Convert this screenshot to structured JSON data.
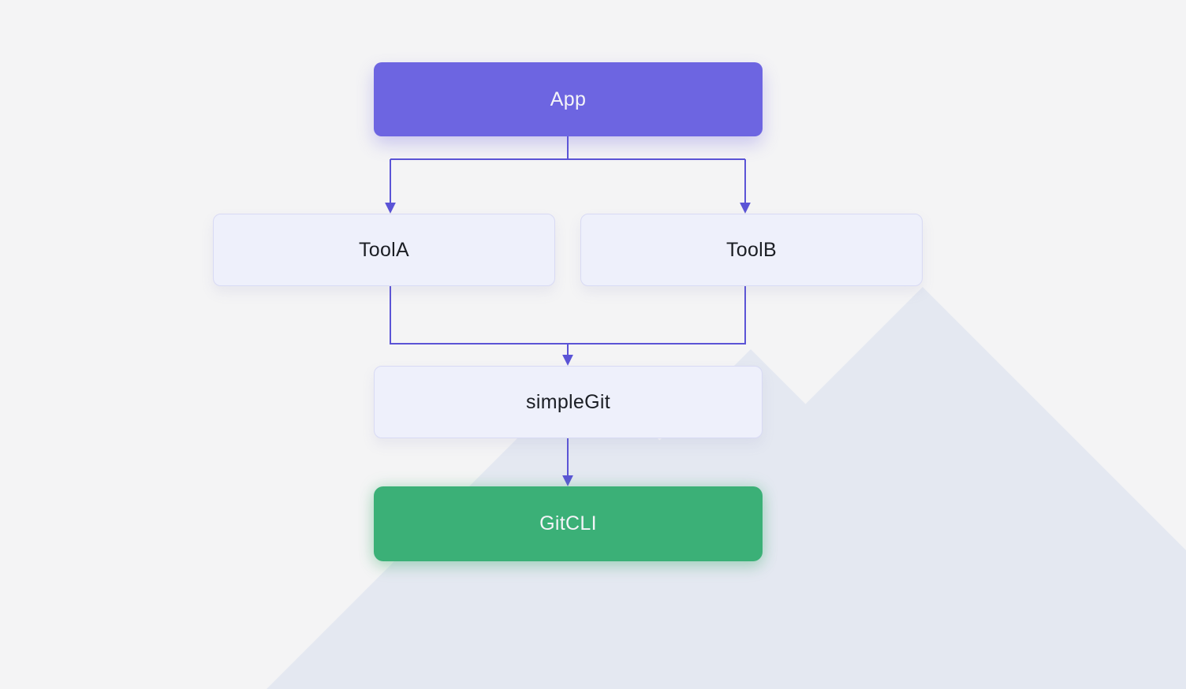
{
  "colors": {
    "background": "#f4f4f5",
    "mountain": "#e4e8f1",
    "appFill": "#6d65e1",
    "appShadow": "rgba(109,101,225,0.30)",
    "nodeFill": "#eef0fb",
    "nodeBorder": "#d8daf4",
    "nodeText": "#1b1e24",
    "gitFill": "#3bb077",
    "connector": "#5b54d6",
    "lightText": "#f4f4f8"
  },
  "diagram": {
    "nodes": [
      {
        "id": "App",
        "label": "App",
        "fill": "indigo"
      },
      {
        "id": "ToolA",
        "label": "ToolA",
        "fill": "lavender"
      },
      {
        "id": "ToolB",
        "label": "ToolB",
        "fill": "lavender"
      },
      {
        "id": "simpleGit",
        "label": "simpleGit",
        "fill": "lavender"
      },
      {
        "id": "GitCLI",
        "label": "GitCLI",
        "fill": "green"
      }
    ],
    "edges": [
      {
        "from": "App",
        "to": "ToolA"
      },
      {
        "from": "App",
        "to": "ToolB"
      },
      {
        "from": "ToolA",
        "to": "simpleGit"
      },
      {
        "from": "ToolB",
        "to": "simpleGit"
      },
      {
        "from": "simpleGit",
        "to": "GitCLI"
      }
    ]
  }
}
